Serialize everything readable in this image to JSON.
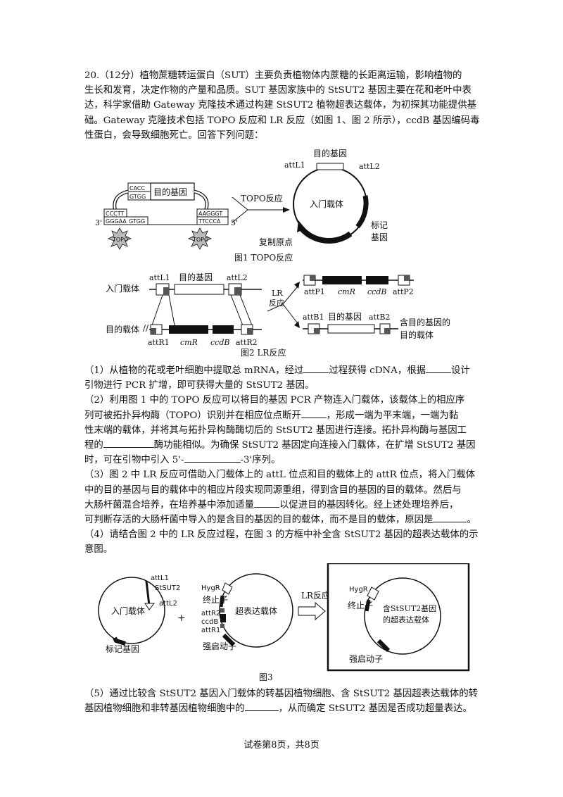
{
  "question": {
    "lines": [
      "20.（12分）植物蔗糖转运蛋白（SUT）主要负责植物体内蔗糖的长距离运输，影响植物的",
      "生长和发育，决定作物的产量和品质。SUT 基因家族中的 StSUT2 基因主要在花和老叶中表",
      "达，科学家借助 Gateway 克隆技术通过构建 StSUT2 植物超表达载体，为初探其功能提供基",
      "础。Gateway 克隆技术包括 TOPO 反应和 LR 反应（如图 1、图 2 所示），ccdB 基因编码毒",
      "性蛋白，会导致细胞死亡。回答下列问题："
    ]
  },
  "fig1": {
    "adapter_top": [
      "CACC",
      "GTGG"
    ],
    "gene": "目的基因",
    "left_end": [
      "CCCTT",
      "GGGAA"
    ],
    "left_tail": "GTGG",
    "right_end": [
      "AAGGGT",
      "TTCCCA"
    ],
    "prime_left": "3'",
    "prime_right": "5'",
    "topo": "TOPO",
    "arrow_label": "TOPO反应",
    "plasmid_center": "入门载体",
    "gene_top": "目的基因",
    "attL1": "attL1",
    "attL2": "attL2",
    "marker": "标记\n基因",
    "ori": "复制原点",
    "caption": "图1  TOPO反应"
  },
  "fig2": {
    "entry_label": "入门载体",
    "dest_label": "目的载体",
    "attL1": "attL1",
    "gene": "目的基因",
    "attL2": "attL2",
    "attR1": "attR1",
    "cmR": "cmR",
    "ccdB": "ccdB",
    "attR2": "attR2",
    "lr": "LR\n反应",
    "attP1": "attP1",
    "attP2": "attP2",
    "attB1": "attB1",
    "attB2": "attB2",
    "result": "含目的基因的\n目的载体",
    "caption": "图2  LR反应"
  },
  "q1": "（1）从植物的花或老叶细胞中提取总 mRNA，经过",
  "q1b": "过程获得 cDNA，根据",
  "q1c": "设计",
  "q1d": "引物进行 PCR 扩增，即可获得大量的 StSUT2 基因。",
  "q2": [
    "（2）利用图 1 中的 TOPO 反应可以将目的基因 PCR 产物连入门载体，该载体上的相应序",
    "列可被拓扑异构酶（TOPO）识别并在相应位点断开",
    "，形成一端为平末端，一端为黏",
    "性末端的载体，并将其与拓扑异构酶酶切后的 StSUT2 基因进行连接。拓扑异构酶与基因工",
    "程的",
    "酶功能相似。为确保 StSUT2 基因定向连接入门载体，在扩增 StSUT2 基因",
    "时，可在引物中引入 5'-",
    "-3'序列。"
  ],
  "q3": [
    "（3）图 2 中 LR 反应可借助入门载体上的 attL 位点和目的载体上的 attR 位点，将入门载体",
    "中的目的基因与目的载体中的相应片段实现同源重组，得到含目的基因的目的载体。然后与",
    "大肠杆菌混合培养，在培养基中添加适量",
    "以促进目的基因转化。经上述处理培养后，",
    "可判断存活的大肠杆菌中导入的是含目的基因的目的载体，而不是目的载体，原因是",
    "。"
  ],
  "q4": [
    "（4）请结合图 2 中的 LR 反应过程，在图 3 的方框中补全含 StSUT2 基因的超表达载体的示",
    "意图。"
  ],
  "fig3": {
    "attL1": "attL1",
    "stsut2": "StSUT2",
    "attL2": "attL2",
    "entry": "入门载体",
    "marker": "标记基因",
    "plus": "+",
    "hyg": "HygR",
    "terminator": "终止子",
    "attR2": "attR2",
    "ccdB": "ccdB",
    "attR1": "attR1",
    "promoter": "强启动子",
    "over": "超表达载体",
    "lr": "LR反应",
    "result_hyg": "HygR",
    "result_term": "终止子",
    "result_center": "含StSUT2基因\n的超表达载体",
    "result_prom": "强启动子",
    "caption": "图3"
  },
  "q5": [
    "（5）通过比较含 StSUT2 基因入门载体的转基因植物细胞、含 StSUT2 基因超表达载体的转",
    "基因植物细胞和非转基因植物细胞中的",
    "，从而确定 StSUT2 基因是否成功超量表达。"
  ],
  "footer": "试卷第8页，共8页"
}
